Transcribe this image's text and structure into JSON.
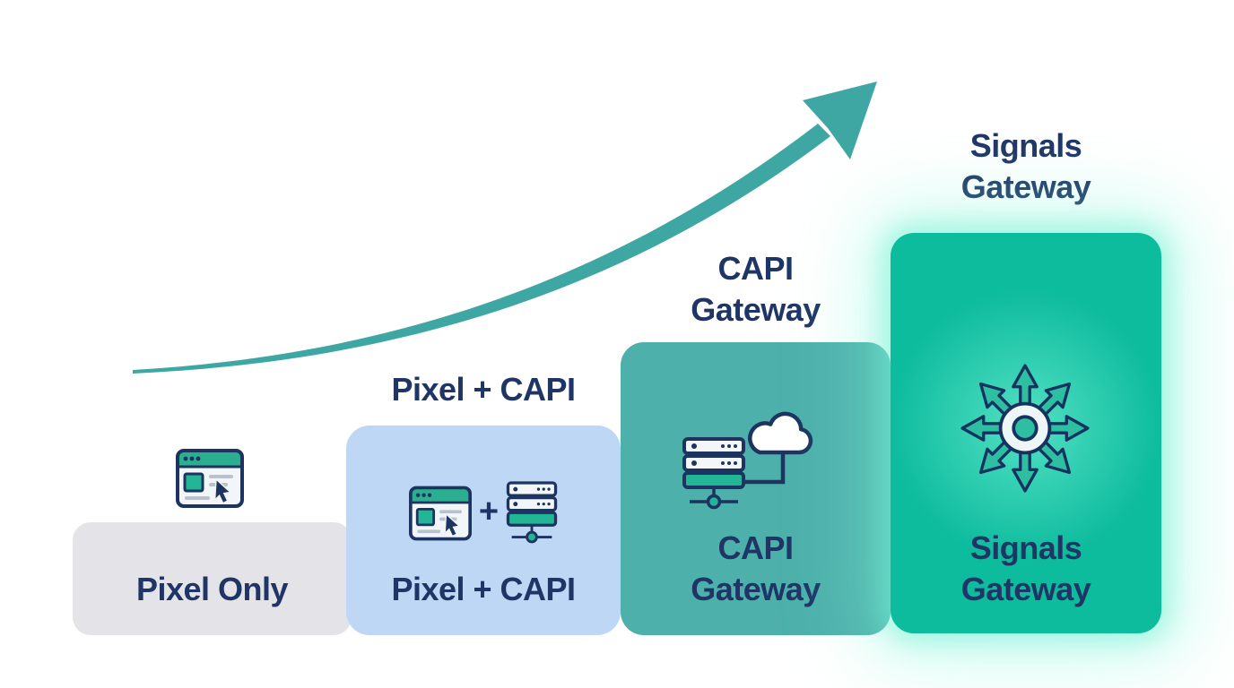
{
  "steps": [
    {
      "name": "Pixel Only",
      "title_above_lines": [],
      "label_lines": [
        "Pixel Only"
      ],
      "box_color": "#e4e4e8",
      "icon": "browser-pixel-icon"
    },
    {
      "name": "Pixel + CAPI",
      "title_above_lines": [
        "Pixel + CAPI"
      ],
      "label_lines": [
        "Pixel + CAPI"
      ],
      "box_color": "#bdd7f5",
      "icon": "browser-plus-server-icon",
      "plus_sign": "+"
    },
    {
      "name": "CAPI Gateway",
      "title_above_lines": [
        "CAPI",
        "Gateway"
      ],
      "label_lines": [
        "CAPI",
        "Gateway"
      ],
      "box_color": "#4db0ab",
      "icon": "server-cloud-icon"
    },
    {
      "name": "Signals Gateway",
      "title_above_lines": [
        "Signals",
        "Gateway"
      ],
      "label_lines": [
        "Signals",
        "Gateway"
      ],
      "box_color": "#0dbb9d",
      "icon": "radial-arrows-icon",
      "glow": true
    }
  ],
  "arrow": {
    "name": "growth-arrow",
    "direction": "up-right",
    "color": "#3fa7a3"
  },
  "colors": {
    "background": "#ffffff",
    "text_navy": "#1f3566",
    "icon_outline_navy": "#1d3460",
    "icon_teal": "#23af92",
    "glow_teal": "#6ff3d4"
  }
}
